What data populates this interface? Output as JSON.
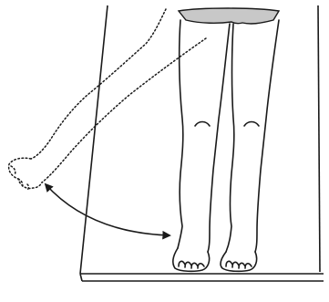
{
  "figure": {
    "subject": "leg-abduction-exercise",
    "colors": {
      "ink": "#1a1a1a",
      "background": "#ffffff",
      "garment": "#c8c8c8"
    },
    "icons": [
      "treatment-table",
      "legs-front-view",
      "leg-abducted-outline",
      "double-headed-motion-arrow"
    ]
  }
}
